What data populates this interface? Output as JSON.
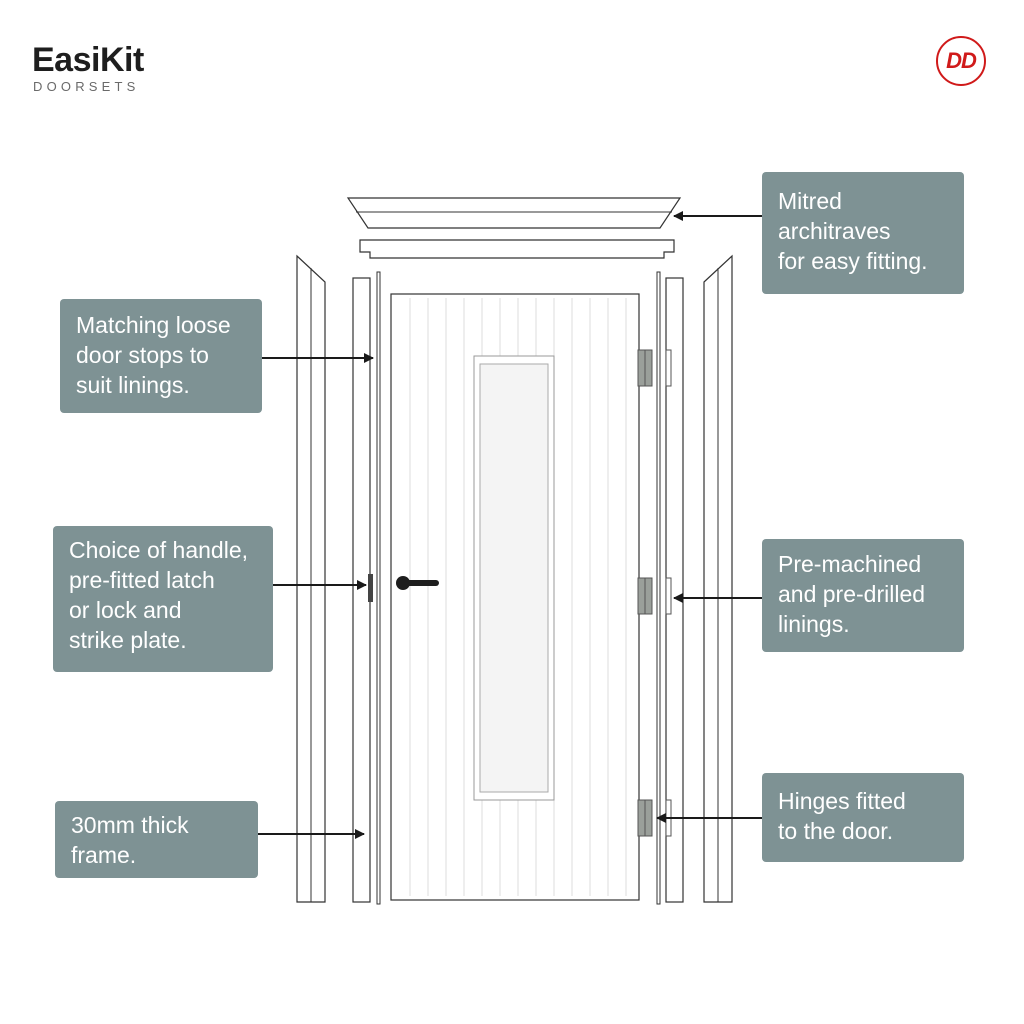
{
  "brand": {
    "name": "EasiKit",
    "subtitle": "DOORSETS"
  },
  "badge": {
    "text": "DD",
    "color": "#d01a1a"
  },
  "colors": {
    "callout_bg": "#7e9294",
    "callout_text": "#ffffff",
    "arrow": "#1a1a1a",
    "outline": "#333333",
    "component_fill": "#ffffff",
    "glass_fill": "#f4f4f4"
  },
  "callouts": {
    "architraves": [
      "Mitred",
      "architraves",
      "for easy fitting."
    ],
    "door_stops": [
      "Matching loose",
      "door stops to",
      "suit linings."
    ],
    "handle": [
      "Choice of handle,",
      "pre-fitted latch",
      "or lock and",
      "strike plate."
    ],
    "frame": [
      "30mm thick",
      "frame."
    ],
    "linings": [
      "Pre-machined",
      "and pre-drilled",
      "linings."
    ],
    "hinges": [
      "Hinges fitted",
      "to the door."
    ]
  }
}
